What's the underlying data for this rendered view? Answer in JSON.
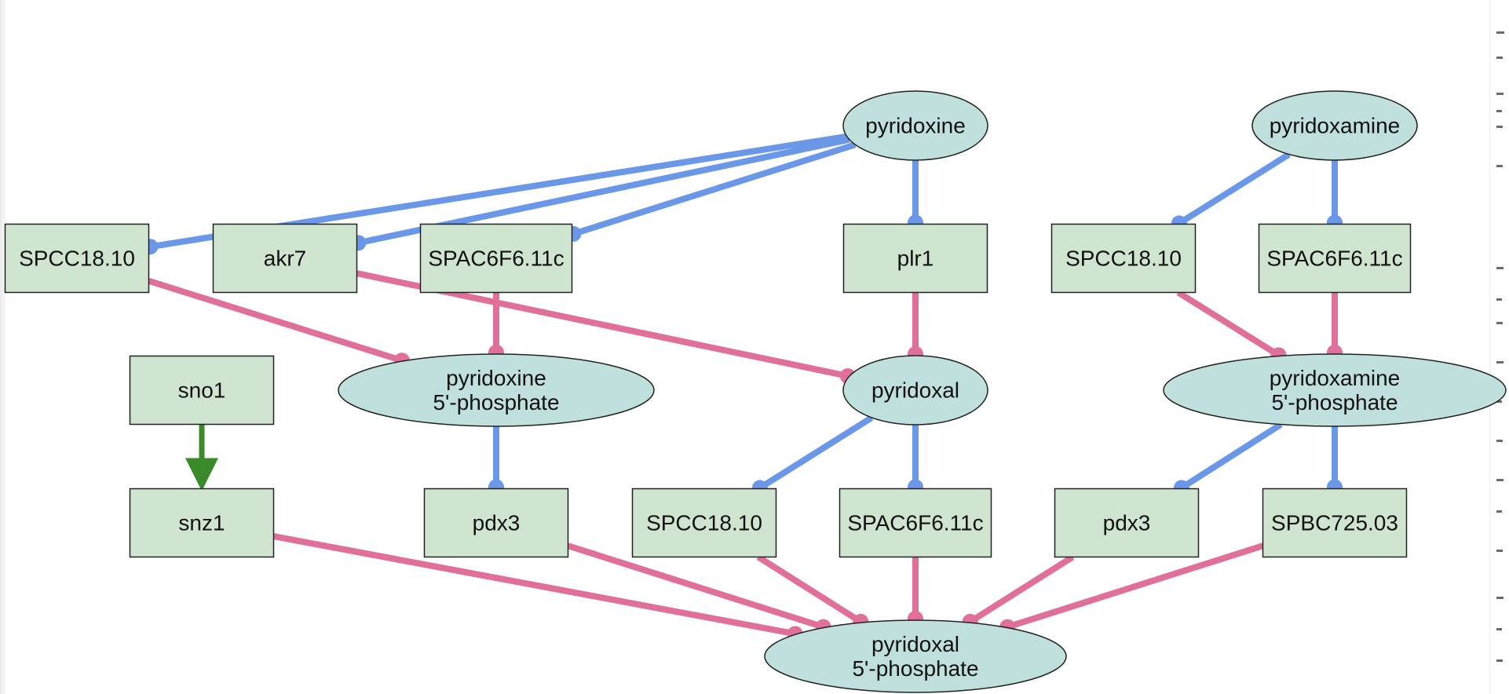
{
  "colors": {
    "molecule_fill": "#bfe0dd",
    "enzyme_fill": "#cfe5cf",
    "outline": "#222222",
    "substrate_edge": "#6b97e8",
    "product_edge": "#e0709a",
    "regulation_edge": "#3a8a2a"
  },
  "nodes": [
    {
      "id": "pyridoxine",
      "kind": "molecule",
      "lines": [
        "pyridoxine"
      ]
    },
    {
      "id": "pyridoxamine",
      "kind": "molecule",
      "lines": [
        "pyridoxamine"
      ]
    },
    {
      "id": "spcc18-10-a",
      "kind": "enzyme",
      "lines": [
        "SPCC18.10"
      ]
    },
    {
      "id": "akr7",
      "kind": "enzyme",
      "lines": [
        "akr7"
      ]
    },
    {
      "id": "spac6f6-11c-a",
      "kind": "enzyme",
      "lines": [
        "SPAC6F6.11c"
      ]
    },
    {
      "id": "plr1",
      "kind": "enzyme",
      "lines": [
        "plr1"
      ]
    },
    {
      "id": "spcc18-10-b",
      "kind": "enzyme",
      "lines": [
        "SPCC18.10"
      ]
    },
    {
      "id": "spac6f6-11c-b",
      "kind": "enzyme",
      "lines": [
        "SPAC6F6.11c"
      ]
    },
    {
      "id": "sno1",
      "kind": "enzyme",
      "lines": [
        "sno1"
      ]
    },
    {
      "id": "pyridoxine-5p",
      "kind": "molecule",
      "lines": [
        "pyridoxine",
        "5'-phosphate"
      ]
    },
    {
      "id": "pyridoxal",
      "kind": "molecule",
      "lines": [
        "pyridoxal"
      ]
    },
    {
      "id": "pyridoxamine-5p",
      "kind": "molecule",
      "lines": [
        "pyridoxamine",
        "5'-phosphate"
      ]
    },
    {
      "id": "snz1",
      "kind": "enzyme",
      "lines": [
        "snz1"
      ]
    },
    {
      "id": "pdx3-a",
      "kind": "enzyme",
      "lines": [
        "pdx3"
      ]
    },
    {
      "id": "spcc18-10-c",
      "kind": "enzyme",
      "lines": [
        "SPCC18.10"
      ]
    },
    {
      "id": "spac6f6-11c-c",
      "kind": "enzyme",
      "lines": [
        "SPAC6F6.11c"
      ]
    },
    {
      "id": "pdx3-b",
      "kind": "enzyme",
      "lines": [
        "pdx3"
      ]
    },
    {
      "id": "spbc725-03",
      "kind": "enzyme",
      "lines": [
        "SPBC725.03"
      ]
    },
    {
      "id": "pyridoxal-5p",
      "kind": "molecule",
      "lines": [
        "pyridoxal",
        "5'-phosphate"
      ]
    }
  ],
  "edges": [
    {
      "from": "pyridoxine",
      "to": "spcc18-10-a",
      "type": "substrate"
    },
    {
      "from": "pyridoxine",
      "to": "akr7",
      "type": "substrate"
    },
    {
      "from": "pyridoxine",
      "to": "spac6f6-11c-a",
      "type": "substrate"
    },
    {
      "from": "pyridoxine",
      "to": "plr1",
      "type": "substrate"
    },
    {
      "from": "pyridoxamine",
      "to": "spcc18-10-b",
      "type": "substrate"
    },
    {
      "from": "pyridoxamine",
      "to": "spac6f6-11c-b",
      "type": "substrate"
    },
    {
      "from": "spcc18-10-a",
      "to": "pyridoxine-5p",
      "type": "product"
    },
    {
      "from": "spac6f6-11c-a",
      "to": "pyridoxine-5p",
      "type": "product"
    },
    {
      "from": "akr7",
      "to": "pyridoxal",
      "type": "product"
    },
    {
      "from": "plr1",
      "to": "pyridoxal",
      "type": "product"
    },
    {
      "from": "spcc18-10-b",
      "to": "pyridoxamine-5p",
      "type": "product"
    },
    {
      "from": "spac6f6-11c-b",
      "to": "pyridoxamine-5p",
      "type": "product"
    },
    {
      "from": "sno1",
      "to": "snz1",
      "type": "regulation"
    },
    {
      "from": "pyridoxine-5p",
      "to": "pdx3-a",
      "type": "substrate"
    },
    {
      "from": "pyridoxal",
      "to": "spcc18-10-c",
      "type": "substrate"
    },
    {
      "from": "pyridoxal",
      "to": "spac6f6-11c-c",
      "type": "substrate"
    },
    {
      "from": "pyridoxamine-5p",
      "to": "pdx3-b",
      "type": "substrate"
    },
    {
      "from": "pyridoxamine-5p",
      "to": "spbc725-03",
      "type": "substrate"
    },
    {
      "from": "snz1",
      "to": "pyridoxal-5p",
      "type": "product"
    },
    {
      "from": "pdx3-a",
      "to": "pyridoxal-5p",
      "type": "product"
    },
    {
      "from": "spcc18-10-c",
      "to": "pyridoxal-5p",
      "type": "product"
    },
    {
      "from": "spac6f6-11c-c",
      "to": "pyridoxal-5p",
      "type": "product"
    },
    {
      "from": "pdx3-b",
      "to": "pyridoxal-5p",
      "type": "product"
    },
    {
      "from": "spbc725-03",
      "to": "pyridoxal-5p",
      "type": "product"
    }
  ]
}
